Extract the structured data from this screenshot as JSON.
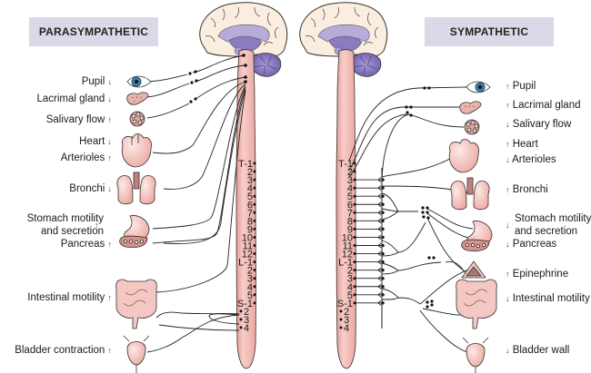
{
  "headers": {
    "parasympathetic": "PARASYMPATHETIC",
    "sympathetic": "SYMPATHETIC"
  },
  "colors": {
    "header_bg": "#dcd8e8",
    "spinal_cord": "#f2b9b4",
    "brain": "#fbeee0",
    "brain_inner": "#9a8cc8",
    "cerebellum": "#8070b8",
    "organ": "#f6c9c4",
    "eye_iris": "#2a8fc8"
  },
  "parasympathetic": {
    "effects": [
      {
        "organ": "Pupil",
        "arrow": "↓",
        "icon": "eye-icon"
      },
      {
        "organ": "Lacrimal gland",
        "arrow": "↓",
        "icon": "lacrimal-gland-icon"
      },
      {
        "organ": "Salivary flow",
        "arrow": "↑",
        "icon": "salivary-gland-icon"
      },
      {
        "organ": "Heart",
        "arrow": "↓",
        "icon": "heart-icon"
      },
      {
        "organ": "Arterioles",
        "arrow": "↑",
        "icon": "heart-icon"
      },
      {
        "organ": "Bronchi",
        "arrow": "↓",
        "icon": "lungs-icon"
      },
      {
        "organ": "Stomach motility and secretion",
        "line1": "Stomach motility",
        "line2": "and secretion",
        "arrow": "↑",
        "icon": "stomach-icon"
      },
      {
        "organ": "Pancreas",
        "arrow": "↑",
        "icon": "pancreas-icon"
      },
      {
        "organ": "Intestinal motility",
        "arrow": "↑",
        "icon": "intestine-icon"
      },
      {
        "organ": "Bladder contraction",
        "arrow": "↑",
        "icon": "bladder-icon"
      }
    ]
  },
  "sympathetic": {
    "effects": [
      {
        "organ": "Pupil",
        "arrow": "↑",
        "icon": "eye-icon"
      },
      {
        "organ": "Lacrimal gland",
        "arrow": "↑",
        "icon": "lacrimal-gland-icon"
      },
      {
        "organ": "Salivary flow",
        "arrow": "↓",
        "icon": "salivary-gland-icon"
      },
      {
        "organ": "Heart",
        "arrow": "↑",
        "icon": "heart-icon"
      },
      {
        "organ": "Arterioles",
        "arrow": "↓",
        "icon": "heart-icon"
      },
      {
        "organ": "Bronchi",
        "arrow": "↑",
        "icon": "lungs-icon"
      },
      {
        "organ": "Stomach motility and secretion",
        "line1": "Stomach motility",
        "line2": "and secretion",
        "arrow": "↓",
        "icon": "stomach-icon"
      },
      {
        "organ": "Pancreas",
        "arrow": "↓",
        "icon": "pancreas-icon"
      },
      {
        "organ": "Epinephrine",
        "arrow": "↑",
        "icon": "adrenal-gland-icon"
      },
      {
        "organ": "Intestinal motility",
        "arrow": "↓",
        "icon": "intestine-icon"
      },
      {
        "organ": "Bladder wall",
        "arrow": "↓",
        "icon": "bladder-icon"
      }
    ]
  },
  "spinal_segments": [
    "T-1",
    "2",
    "3",
    "4",
    "5",
    "6",
    "7",
    "8",
    "9",
    "10",
    "11",
    "12",
    "L-1",
    "2",
    "3",
    "4",
    "5",
    "S-1",
    "2",
    "3",
    "4"
  ]
}
